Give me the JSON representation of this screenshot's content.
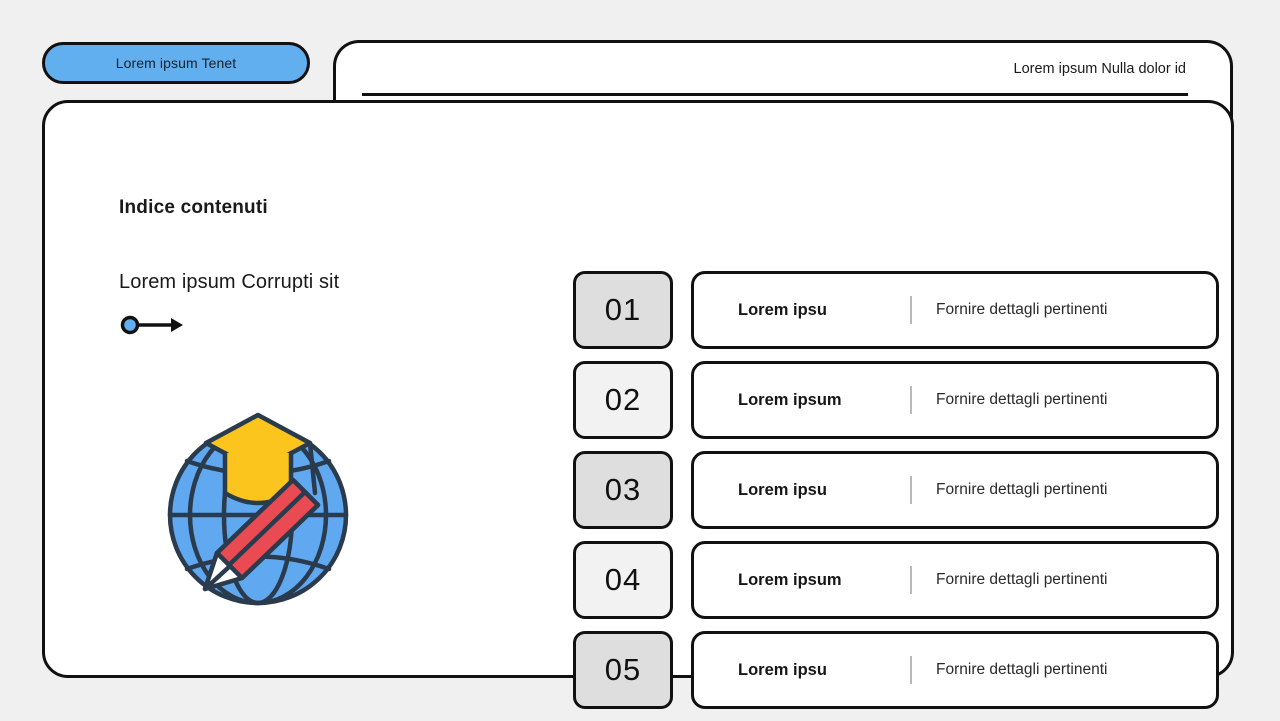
{
  "tab": {
    "label": "Lorem ipsum Tenet"
  },
  "header": {
    "title": "Lorem ipsum Nulla dolor id"
  },
  "left": {
    "heading": "Indice contenuti",
    "subtitle": "Lorem ipsum Corrupti sit",
    "arrow_icon": "arrow-right-icon",
    "illustration_icon": "globe-graduation-pencil-illustration"
  },
  "colors": {
    "page_background": "#f0f0f0",
    "tab_accent": "#62aff0",
    "outline": "#111111",
    "num_box_dark": "#dedede",
    "num_box_light": "#f2f2f2",
    "globe_blue": "#60a8f0",
    "cap_yellow": "#fbc51e",
    "pencil_red": "#ea4a52",
    "ink_navy": "#2b3b4e"
  },
  "list": {
    "rows": [
      {
        "number": "01",
        "title": "Lorem ipsu",
        "detail": "Fornire dettagli pertinenti",
        "shade": "dark"
      },
      {
        "number": "02",
        "title": "Lorem ipsum",
        "detail": "Fornire dettagli pertinenti",
        "shade": "light"
      },
      {
        "number": "03",
        "title": "Lorem ipsu",
        "detail": "Fornire dettagli pertinenti",
        "shade": "dark"
      },
      {
        "number": "04",
        "title": "Lorem ipsum",
        "detail": "Fornire dettagli pertinenti",
        "shade": "light"
      },
      {
        "number": "05",
        "title": "Lorem ipsu",
        "detail": "Fornire dettagli pertinenti",
        "shade": "dark"
      }
    ]
  }
}
